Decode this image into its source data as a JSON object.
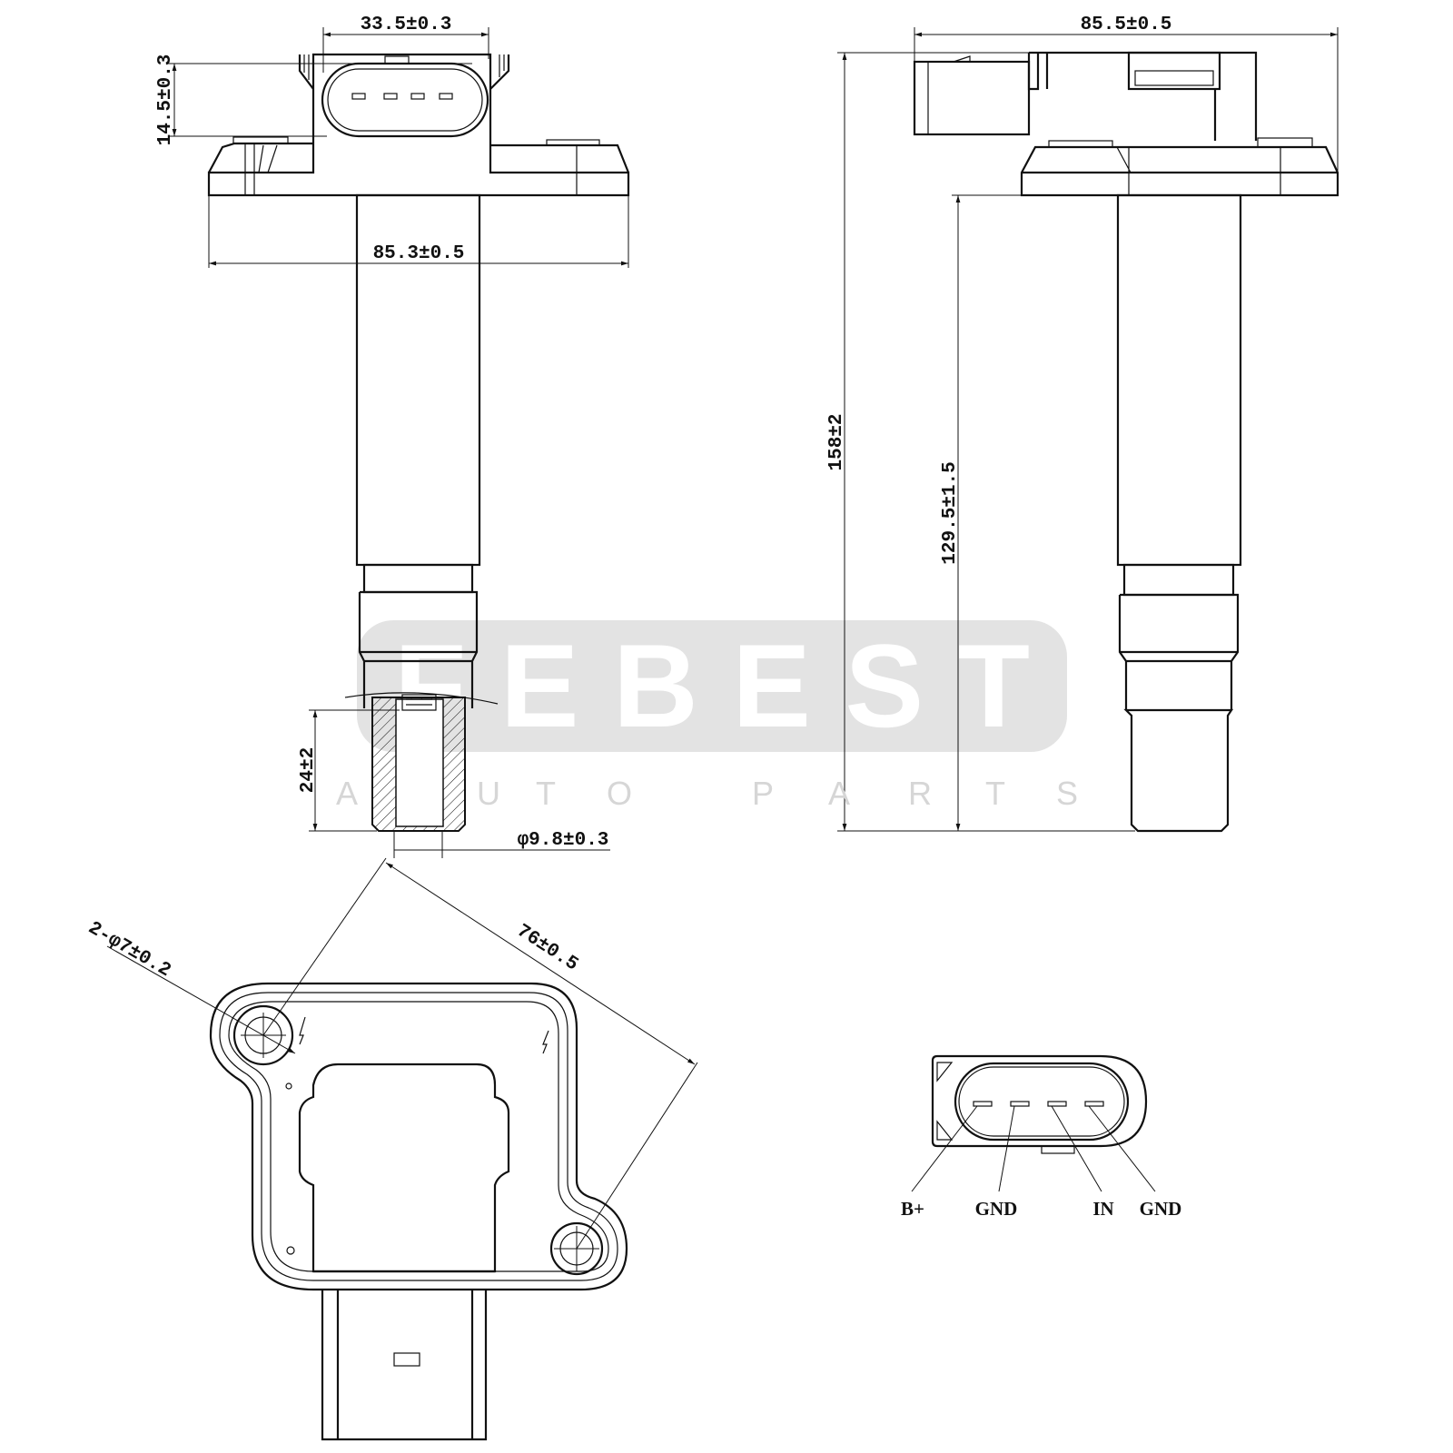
{
  "watermark": {
    "brand": "FEBEST",
    "tagline": [
      "A",
      "U",
      "T",
      "O",
      "P",
      "A",
      "R",
      "T",
      "S"
    ]
  },
  "front_view": {
    "dim_connector_width": "33.5±0.3",
    "dim_connector_height": "14.5±0.3",
    "dim_flange_width": "85.3±0.5",
    "dim_boot_length": "24±2",
    "dim_boot_diameter": "φ9.8±0.3"
  },
  "side_view": {
    "dim_total_width": "85.5±0.5",
    "dim_total_length": "158±2",
    "dim_tube_length": "129.5±1.5"
  },
  "bottom_view": {
    "dim_holes": "2-φ7±0.2",
    "dim_hole_spacing": "76±0.5"
  },
  "pinout": {
    "pins": [
      "B+",
      "GND",
      "IN",
      "GND"
    ]
  },
  "colors": {
    "line": "#111111",
    "watermark": "#dddddd"
  }
}
